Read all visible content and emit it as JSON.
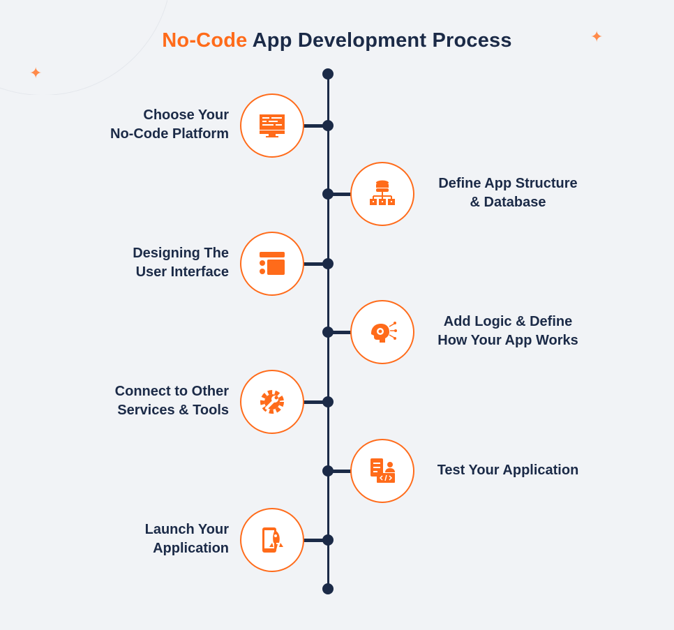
{
  "title": {
    "highlight": "No-Code",
    "rest": " App Development Process"
  },
  "colors": {
    "accent": "#ff6b1a",
    "navy": "#1b2a47",
    "background": "#f1f3f6"
  },
  "steps": [
    {
      "line1": "Choose Your",
      "line2": "No-Code Platform",
      "icon": "monitor-icon",
      "side": "left"
    },
    {
      "line1": "Define App Structure",
      "line2": "& Database",
      "icon": "database-hierarchy-icon",
      "side": "right"
    },
    {
      "line1": "Designing The",
      "line2": "User Interface",
      "icon": "layout-icon",
      "side": "left"
    },
    {
      "line1": "Add Logic & Define",
      "line2": "How Your App Works",
      "icon": "brain-circuit-icon",
      "side": "right"
    },
    {
      "line1": "Connect to Other",
      "line2": "Services & Tools",
      "icon": "gear-wrench-icon",
      "side": "left"
    },
    {
      "line1": "Test Your Application",
      "line2": "",
      "icon": "code-test-icon",
      "side": "right"
    },
    {
      "line1": "Launch Your",
      "line2": "Application",
      "icon": "rocket-phone-icon",
      "side": "left"
    }
  ]
}
